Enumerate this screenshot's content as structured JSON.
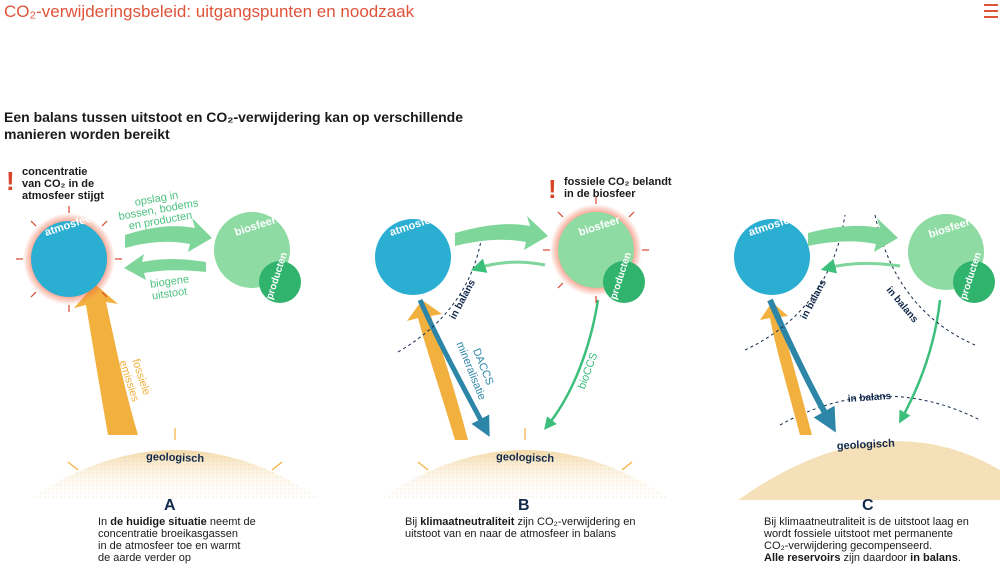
{
  "header": {
    "title": "CO₂-verwijderingsbeleid: uitgangspunten en noodzaak",
    "menu_icon": "hamburger-menu-icon"
  },
  "headline": "Een balans tussen uitstoot en CO₂-verwijdering kan op verschillende manieren worden bereikt",
  "colors": {
    "atmosphere": "#2aaed2",
    "biosphere": "#7fd69a",
    "products": "#2fb36d",
    "fossil_arrow": "#f2b13f",
    "removal_arrow": "#2d86a8",
    "green_arrow": "#3bbf7b",
    "warning": "#d8452a",
    "letter": "#13294b",
    "title": "#e0533a"
  },
  "labels": {
    "atmosphere": "atmosfeer",
    "biosphere": "biosfeer",
    "products": "producten",
    "geological": "geologisch",
    "in_balance": "in balans"
  },
  "panel_a": {
    "letter": "A",
    "warning": [
      "concentratie",
      "van CO₂ in de",
      "atmosfeer stijgt"
    ],
    "storage": [
      "opslag in",
      "bossen, bodems",
      "en producten"
    ],
    "biogenic": [
      "biogene",
      "uitstoot"
    ],
    "fossil": [
      "fossiele",
      "emissies"
    ],
    "caption_pre": "In ",
    "caption_bold": "de huidige situatie",
    "caption_rest1": " neemt de",
    "caption_lines": [
      "concentratie broeikasgassen",
      "in de atmosfeer toe en warmt",
      "de aarde verder op"
    ]
  },
  "panel_b": {
    "letter": "B",
    "warning": [
      "fossiele CO₂ belandt",
      "in de biosfeer"
    ],
    "daccs": [
      "DACCS",
      "mineralisatie"
    ],
    "bioccs": "bioCCS",
    "caption_pre": "Bij ",
    "caption_bold": "klimaatneutraliteit",
    "caption_rest1": " zijn CO₂-verwijdering en",
    "caption_line2": "uitstoot van en naar de atmosfeer in balans"
  },
  "panel_c": {
    "letter": "C",
    "caption_lines": [
      "Bij klimaatneutraliteit is de uitstoot laag en",
      "wordt fossiele uitstoot met permanente",
      "CO₂-verwijdering gecompenseerd."
    ],
    "caption_bold1": "Alle reservoirs",
    "caption_mid": " zijn daardoor ",
    "caption_bold2": "in balans",
    "caption_end": "."
  }
}
